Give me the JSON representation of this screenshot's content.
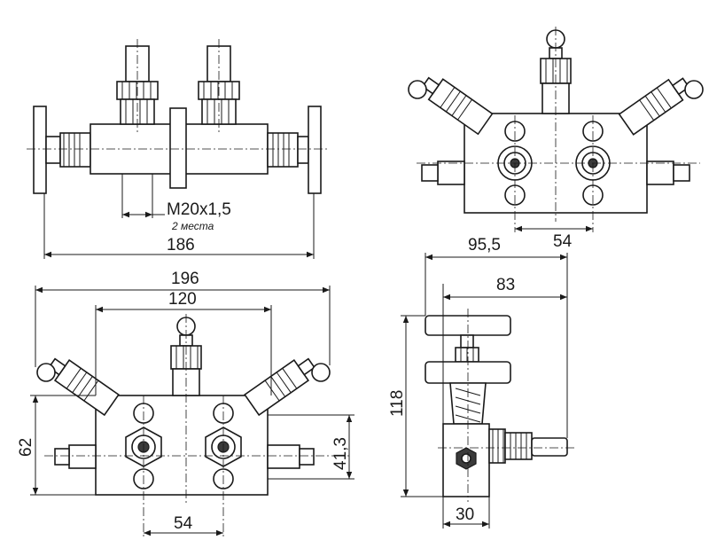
{
  "labels": {
    "thread": "M20x1,5",
    "thread_note": "2 места",
    "d186": "186",
    "d196": "196",
    "d120": "120",
    "d62": "62",
    "d41_3": "41,3",
    "d54_bottom": "54",
    "d95_5": "95,5",
    "d54_top": "54",
    "d83": "83",
    "d118": "118",
    "d30": "30"
  }
}
